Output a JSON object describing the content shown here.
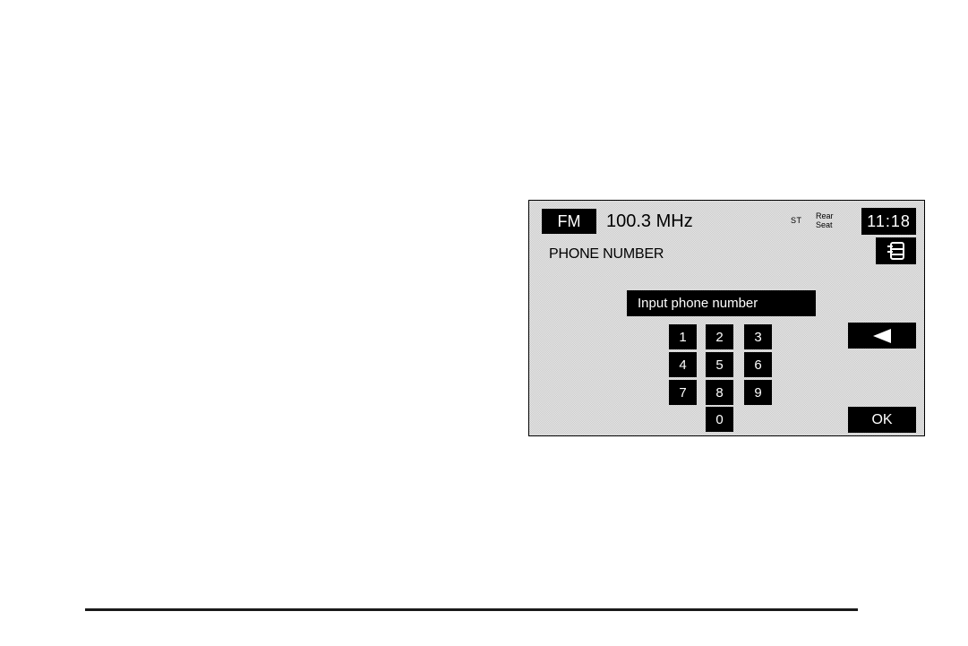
{
  "header": {
    "band_label": "FM",
    "frequency": "100.3 MHz",
    "stereo_indicator": "ST",
    "rear_seat_line1": "Rear",
    "rear_seat_line2": "Seat",
    "clock": "11:18"
  },
  "screen": {
    "title": "PHONE NUMBER",
    "menu_icon": "menu-list-icon"
  },
  "input": {
    "label": "Input phone number"
  },
  "keypad": {
    "keys": [
      "1",
      "2",
      "3",
      "4",
      "5",
      "6",
      "7",
      "8",
      "9",
      "0"
    ]
  },
  "actions": {
    "backspace_icon": "left-arrow-icon",
    "backspace_glyph": "◀",
    "ok_label": "OK"
  }
}
